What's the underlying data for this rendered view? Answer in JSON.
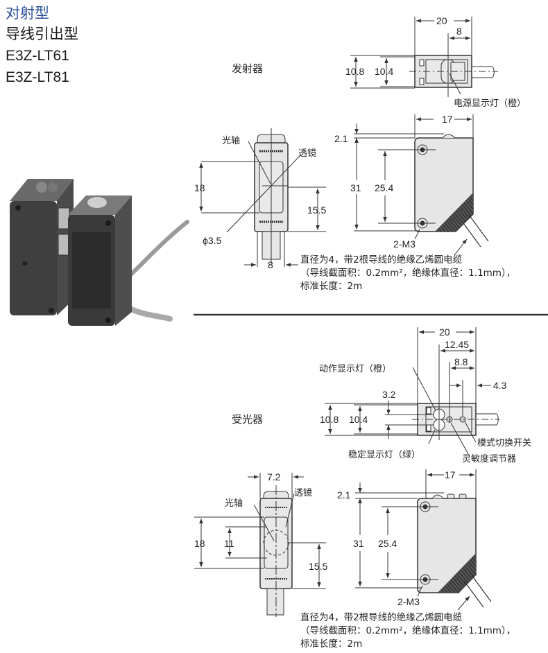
{
  "header": {
    "type_label": "对射型",
    "subtype_label": "导线引出型",
    "models": [
      "E3Z-LT61",
      "E3Z-LT81"
    ]
  },
  "colors": {
    "type_label": "#2b4f9a",
    "body_fill": "#e6e6e6",
    "line": "#333333"
  },
  "emitter": {
    "section_label": "发射器",
    "top_view": {
      "dim_width": "20",
      "dim_indicator_offset": "8",
      "dim_height_outer": "10.8",
      "dim_height_inner": "10.4",
      "callout_power_indicator": "电源显示灯（橙）"
    },
    "front_view": {
      "callout_optical_axis": "光轴",
      "callout_lens": "透镜",
      "dim_18": "18",
      "dim_15_5": "15.5",
      "dim_phi": "ϕ3.5",
      "dim_width": "8"
    },
    "side_view": {
      "dim_17": "17",
      "dim_2_1": "2.1",
      "dim_31": "31",
      "dim_25_4": "25.4",
      "screw_label": "2-M3"
    },
    "cable_note": [
      "直径为4，带2根导线的绝缘乙烯圆电缆",
      "（导线截面积：0.2mm²，绝缘体直径：1.1mm），",
      "标准长度：2m"
    ]
  },
  "receiver": {
    "section_label": "受光器",
    "top_view": {
      "dim_width": "20",
      "dim_12_45": "12.45",
      "dim_8_8": "8.8",
      "dim_4_3": "4.3",
      "dim_3_2": "3.2",
      "dim_height_outer": "10.8",
      "dim_height_inner": "10.4",
      "callout_operation_indicator": "动作显示灯（橙）",
      "callout_stability_indicator": "稳定显示灯（绿）",
      "callout_mode_switch": "模式切换开关",
      "callout_sensitivity_adjuster": "灵敏度调节器"
    },
    "front_view": {
      "dim_7_2": "7.2",
      "callout_optical_axis": "光轴",
      "callout_lens": "透镜",
      "dim_18": "18",
      "dim_11": "11",
      "dim_15_5": "15.5"
    },
    "side_view": {
      "dim_17": "17",
      "dim_2_1": "2.1",
      "dim_31": "31",
      "dim_25_4": "25.4",
      "screw_label": "2-M3"
    },
    "cable_note": [
      "直径为4，带2根导线的绝缘乙烯圆电缆",
      "（导线截面积：0.2mm²，绝缘体直径：1.1mm），",
      "标准长度：2m"
    ]
  }
}
